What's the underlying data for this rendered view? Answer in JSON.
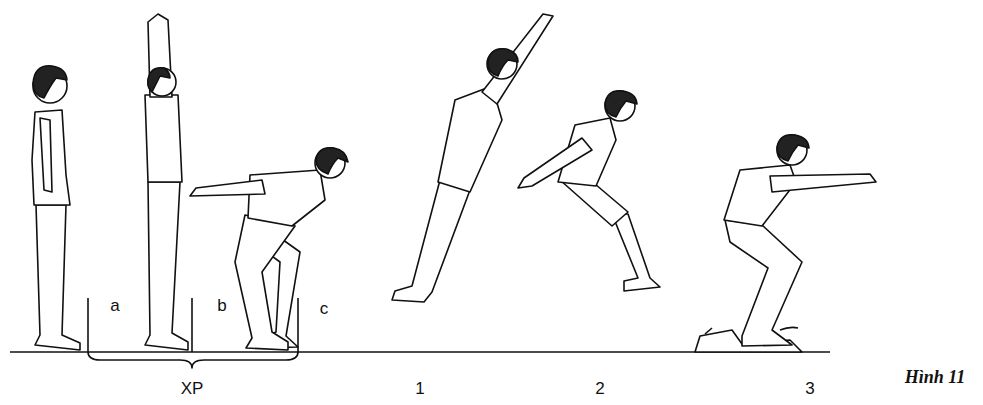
{
  "diagram": {
    "caption": "Hình 11",
    "labels": [
      "a",
      "b",
      "c",
      "XP",
      "1",
      "2",
      "3"
    ]
  }
}
